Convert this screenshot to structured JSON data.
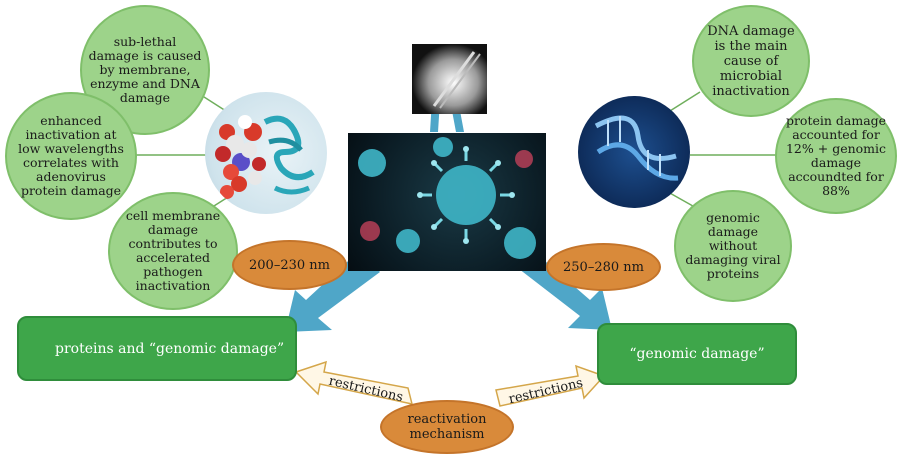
{
  "left_circles": {
    "top": "sub-lethal damage is caused by membrane, enzyme and DNA damage",
    "middle": "enhanced inactivation at low wavelengths correlates with adenovirus protein damage",
    "bottom": "cell membrane damage contributes to accelerated pathogen inactivation"
  },
  "right_circles": {
    "top": "DNA damage is the main cause of microbial inactivation",
    "middle": "protein damage accounted for 12% + genomic damage accoundted for 88%",
    "bottom": "genomic damage without damaging viral proteins"
  },
  "wavelengths": {
    "left": "200–230 nm",
    "right": "250–280 nm"
  },
  "outcomes": {
    "left": "proteins and “genomic damage”",
    "right": "“genomic damage”"
  },
  "reactivation": {
    "label": "reactivation mechanism",
    "arrow_left": "restrictions",
    "arrow_right": "restrictions"
  },
  "colors": {
    "circle_fill": "#9dd38a",
    "oval_fill": "#d98a3a",
    "box_fill": "#3ea64a",
    "arrow_blue": "#4fa6c8"
  },
  "icons": {
    "center": "virus-image",
    "top": "uv-lamp-image",
    "left": "protein-structure-image",
    "right": "dna-helix-image"
  }
}
